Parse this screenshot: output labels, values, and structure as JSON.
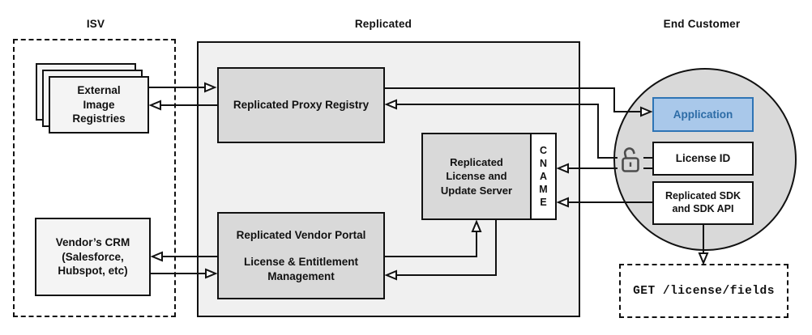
{
  "sections": {
    "isv": {
      "title": "ISV"
    },
    "replicated": {
      "title": "Replicated"
    },
    "end_customer": {
      "title": "End Customer"
    }
  },
  "nodes": {
    "external_image_registries": {
      "lines": [
        "External",
        "Image",
        "Registries"
      ]
    },
    "vendors_crm": {
      "lines": [
        "Vendor’s CRM",
        "(Salesforce,",
        "Hubspot, etc)"
      ]
    },
    "replicated_proxy_registry": {
      "label": "Replicated Proxy Registry"
    },
    "replicated_license_update_server": {
      "lines": [
        "Replicated",
        "License and",
        "Update Server"
      ]
    },
    "cname": {
      "letters": [
        "C",
        "N",
        "A",
        "M",
        "E"
      ]
    },
    "replicated_vendor_portal": {
      "title": "Replicated Vendor Portal",
      "subtitle_lines": [
        "License & Entitlement",
        "Management"
      ]
    },
    "application": {
      "label": "Application"
    },
    "license_id": {
      "label": "License ID"
    },
    "replicated_sdk": {
      "lines": [
        "Replicated SDK",
        "and SDK API"
      ]
    },
    "get_endpoint": {
      "label": "GET /license/fields"
    }
  },
  "icons": {
    "lock": "open-padlock-icon"
  },
  "colors": {
    "inner_box_gray": "#d9d9d9",
    "replicated_panel_gray": "#f0f0f0",
    "isv_box_gray": "#f4f4f4",
    "end_customer_circle_gray": "#d9d9d9",
    "application_fill": "#a9c8ea",
    "application_border": "#2e74b5",
    "application_text": "#2d6ca6",
    "line_color": "#111111",
    "lock_icon_color": "#4d4d4d"
  }
}
